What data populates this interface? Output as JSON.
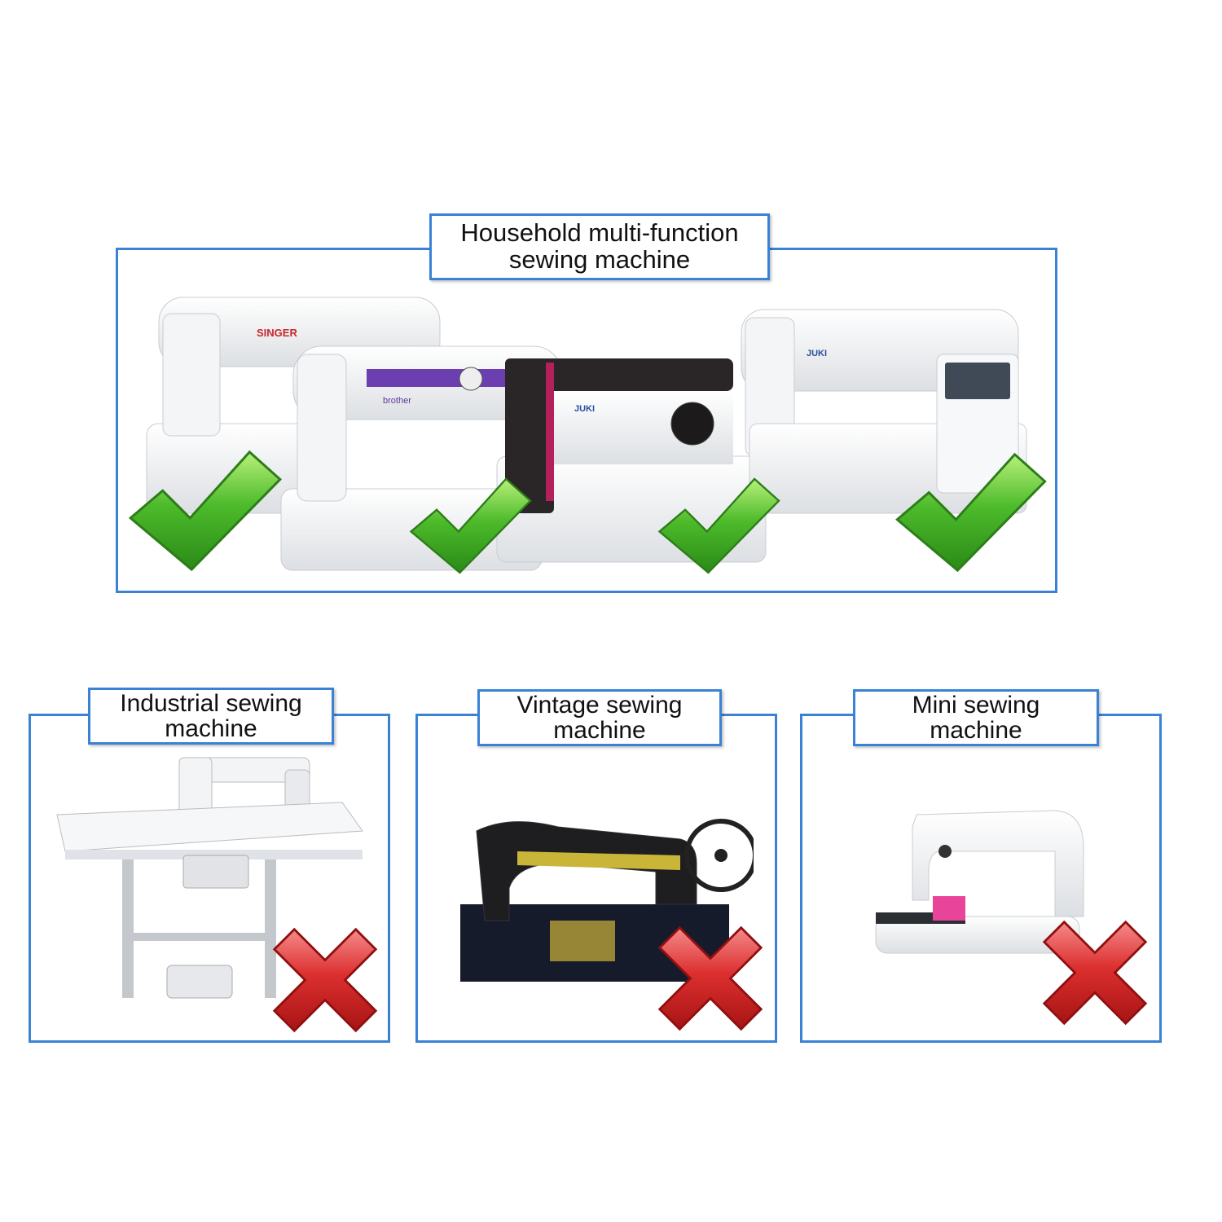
{
  "household": {
    "label_line1": "Household multi-function",
    "label_line2": "sewing machine",
    "brands": [
      "SINGER",
      "brother",
      "JUKI",
      "JUKI"
    ],
    "status_icon": "check-icon",
    "status_color": "#3fb229",
    "count": 4
  },
  "industrial": {
    "label_line1": "Industrial sewing",
    "label_line2": "machine",
    "status_icon": "cross-icon",
    "status_color": "#d22a2a"
  },
  "vintage": {
    "label_line1": "Vintage sewing",
    "label_line2": "machine",
    "status_icon": "cross-icon",
    "status_color": "#d22a2a"
  },
  "mini": {
    "label_line1": "Mini sewing",
    "label_line2": "machine",
    "status_icon": "cross-icon",
    "status_color": "#d22a2a"
  },
  "colors": {
    "border": "#3a82d6",
    "check": "#3fb229",
    "cross": "#d22a2a"
  }
}
